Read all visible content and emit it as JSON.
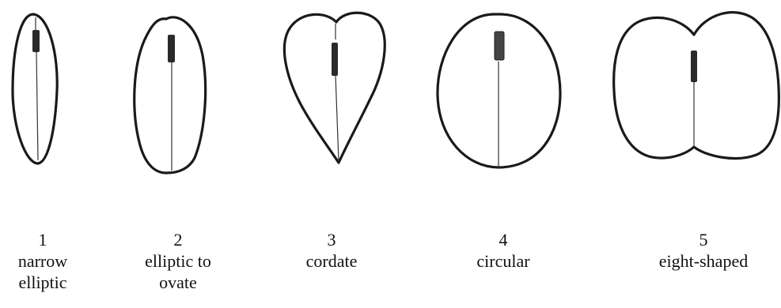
{
  "shapes": [
    {
      "number": "1",
      "name_line1": "narrow",
      "name_line2": "elliptic",
      "icon": "narrow-elliptic-shape"
    },
    {
      "number": "2",
      "name_line1": "elliptic to",
      "name_line2": "ovate",
      "icon": "elliptic-to-ovate-shape"
    },
    {
      "number": "3",
      "name_line1": "cordate",
      "name_line2": "",
      "icon": "cordate-shape"
    },
    {
      "number": "4",
      "name_line1": "circular",
      "name_line2": "",
      "icon": "circular-shape"
    },
    {
      "number": "5",
      "name_line1": "eight-shaped",
      "name_line2": "",
      "icon": "eight-shaped-shape"
    }
  ],
  "colors": {
    "ink": "#1a1a1a",
    "background": "#ffffff"
  }
}
